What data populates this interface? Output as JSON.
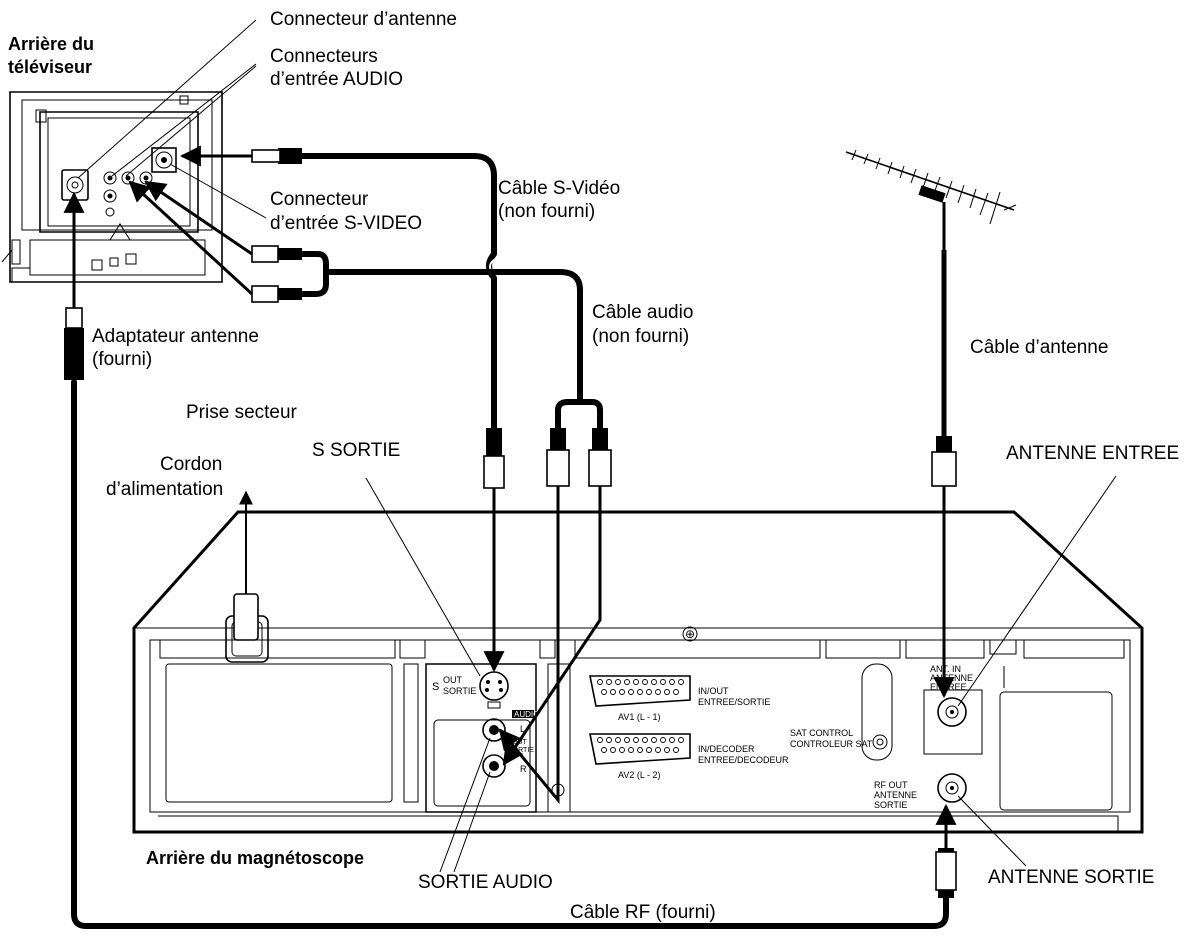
{
  "tv": {
    "title_line1": "Arrière du",
    "title_line2": "téléviseur"
  },
  "vcr": {
    "title": "Arrière du magnétoscope",
    "panel": {
      "s_label": "S",
      "out_label": "OUT",
      "sortie_label": "SORTIE",
      "audio_label": "AUDIO",
      "l_label": "L",
      "out2_label": "OUT",
      "sortie2_label": "SORTIE",
      "r_label": "R",
      "av1_line1": "IN/OUT",
      "av1_line2": "ENTREE/SORTIE",
      "av1_name": "AV1 (L - 1)",
      "av2_line1": "IN/DECODER",
      "av2_line2": "ENTREE/DECODEUR",
      "av2_name": "AV2 (L - 2)",
      "sat_line1": "SAT CONTROL",
      "sat_line2": "CONTROLEUR SAT",
      "ant_in_line1": "ANT. IN",
      "ant_in_line2": "ANTENNE",
      "ant_in_line3": "ENTREE",
      "rf_out_line1": "RF OUT",
      "rf_out_line2": "ANTENNE",
      "rf_out_line3": "SORTIE"
    }
  },
  "labels": {
    "connecteur_antenne": "Connecteur d’antenne",
    "connecteurs_audio_1": "Connecteurs",
    "connecteurs_audio_2": "d’entrée AUDIO",
    "connecteur_svideo_1": "Connecteur",
    "connecteur_svideo_2": "d’entrée S-VIDEO",
    "cable_svideo_1": "Câble S-Vidéo",
    "cable_svideo_2": "(non fourni)",
    "cable_audio_1": "Câble audio",
    "cable_audio_2": "(non fourni)",
    "adaptateur_1": "Adaptateur antenne",
    "adaptateur_2": "(fourni)",
    "cable_antenne": "Câble d’antenne",
    "prise_secteur": "Prise secteur",
    "cordon_1": "Cordon",
    "cordon_2": "d’alimentation",
    "s_sortie": "S SORTIE",
    "antenne_entree": "ANTENNE ENTREE",
    "sortie_audio": "SORTIE AUDIO",
    "antenne_sortie": "ANTENNE SORTIE",
    "cable_rf": "Câble RF (fourni)"
  }
}
